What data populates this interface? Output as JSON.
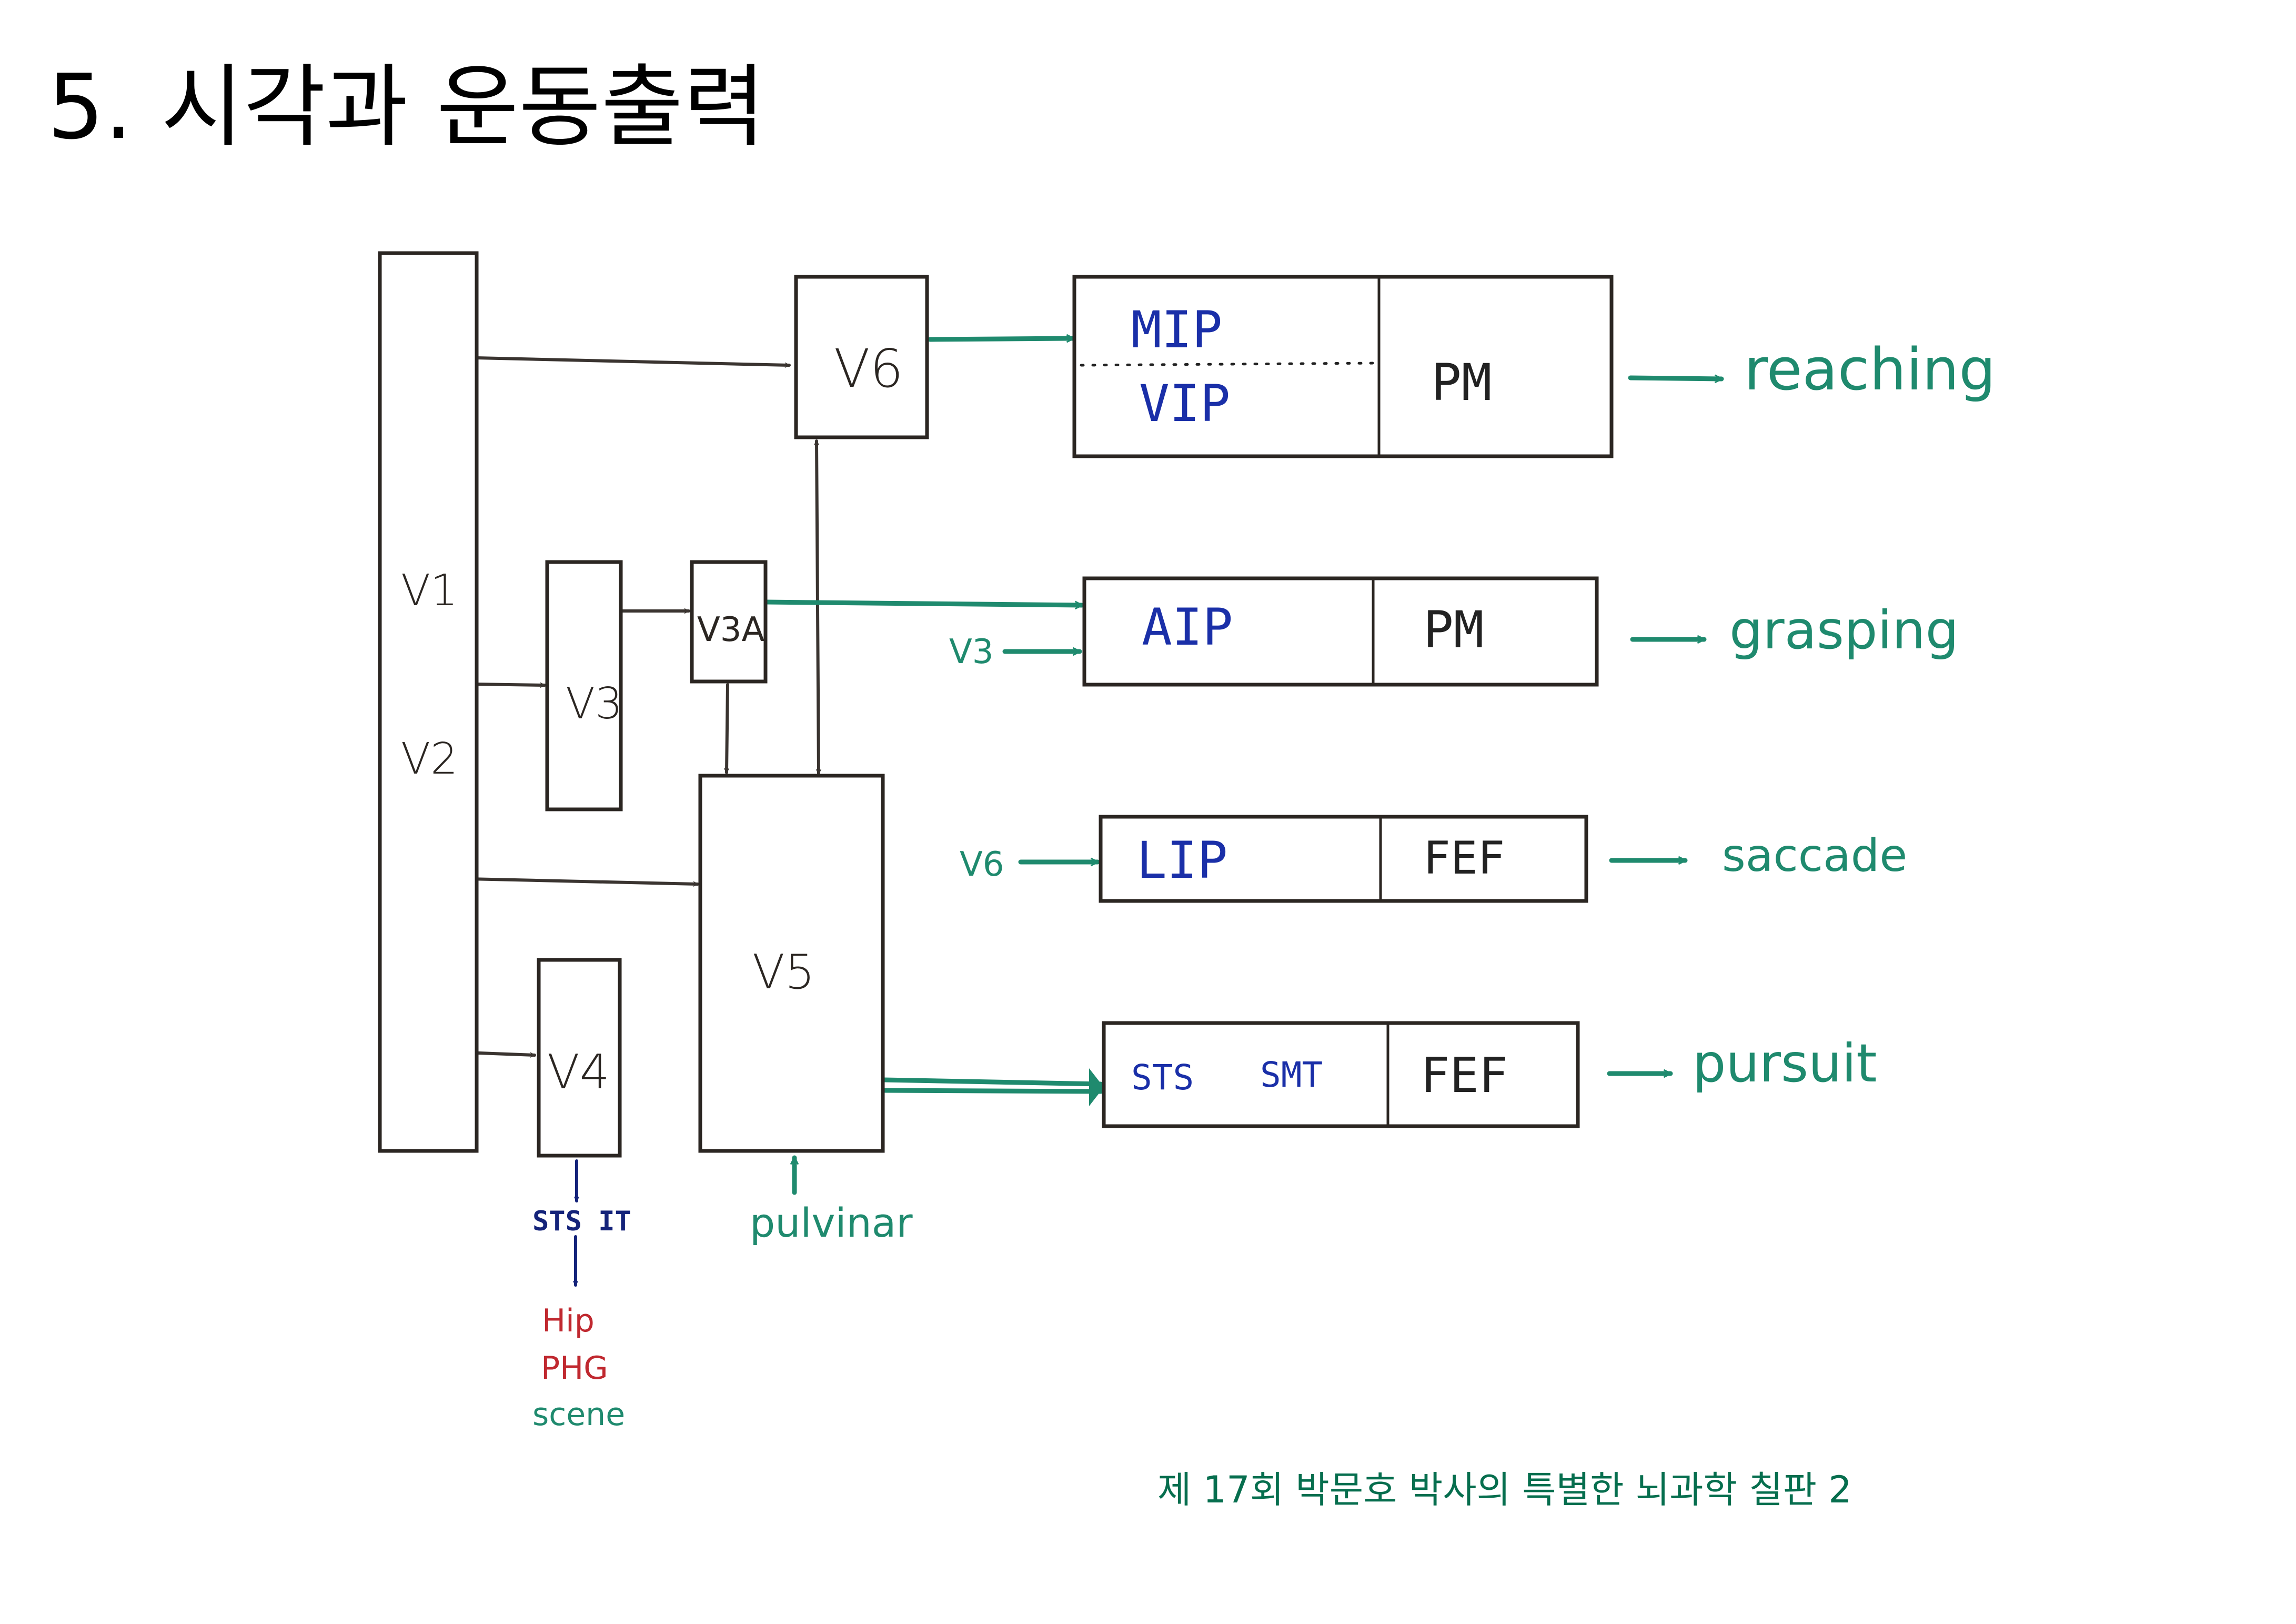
{
  "page": {
    "title": "5. 시각과 운동출력",
    "caption": "제 17회 박문호 박사의 특별한 뇌과학 칠판 2"
  },
  "colors": {
    "ink": "#2b2622",
    "teal": "#1f8a6e",
    "blue": "#1a2fa8",
    "navy": "#14237a",
    "red": "#c0282f",
    "caption": "#066e4e"
  },
  "diagram": {
    "areas": {
      "v1": "V1",
      "v2": "V2",
      "v3": "V3",
      "v3a": "V3A",
      "v4": "V4",
      "v5": "V5",
      "v6": "V6"
    },
    "pathways": [
      {
        "id": "reaching",
        "left_top": "MIP",
        "left_bottom": "VIP",
        "right": "PM",
        "output": "reaching"
      },
      {
        "id": "grasping",
        "left": "AIP",
        "right": "PM",
        "extra_input": "V3",
        "output": "grasping"
      },
      {
        "id": "saccade",
        "left": "LIP",
        "right": "FEF",
        "extra_input": "V6",
        "output": "saccade"
      },
      {
        "id": "pursuit",
        "left_a": "STS",
        "left_b": "SMT",
        "right": "FEF",
        "output": "pursuit"
      }
    ],
    "ventral": {
      "first": "STS IT",
      "targets": [
        "Hip",
        "PHG",
        "scene"
      ]
    },
    "pulvinar": "pulvinar"
  }
}
